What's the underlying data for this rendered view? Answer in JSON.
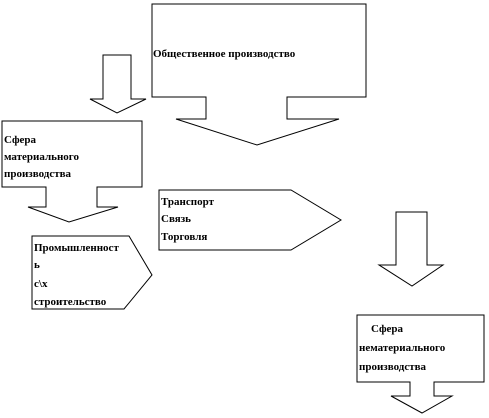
{
  "diagram": {
    "title": "Общественное производство",
    "material_sphere": {
      "line1": "Сфера",
      "line2": "материального",
      "line3": "производства"
    },
    "services": {
      "line1": "Транспорт",
      "line2": "Связь",
      "line3": "Торговля"
    },
    "industries": {
      "line1": "Промышленност",
      "line2": "ь",
      "line3": "с\\х",
      "line4": "строительство"
    },
    "nonmaterial_sphere": {
      "line1": "Сфера",
      "line2": "нематериального",
      "line3": "производства"
    },
    "colors": {
      "stroke": "#000000",
      "fill": "#ffffff",
      "text": "#000000"
    }
  }
}
